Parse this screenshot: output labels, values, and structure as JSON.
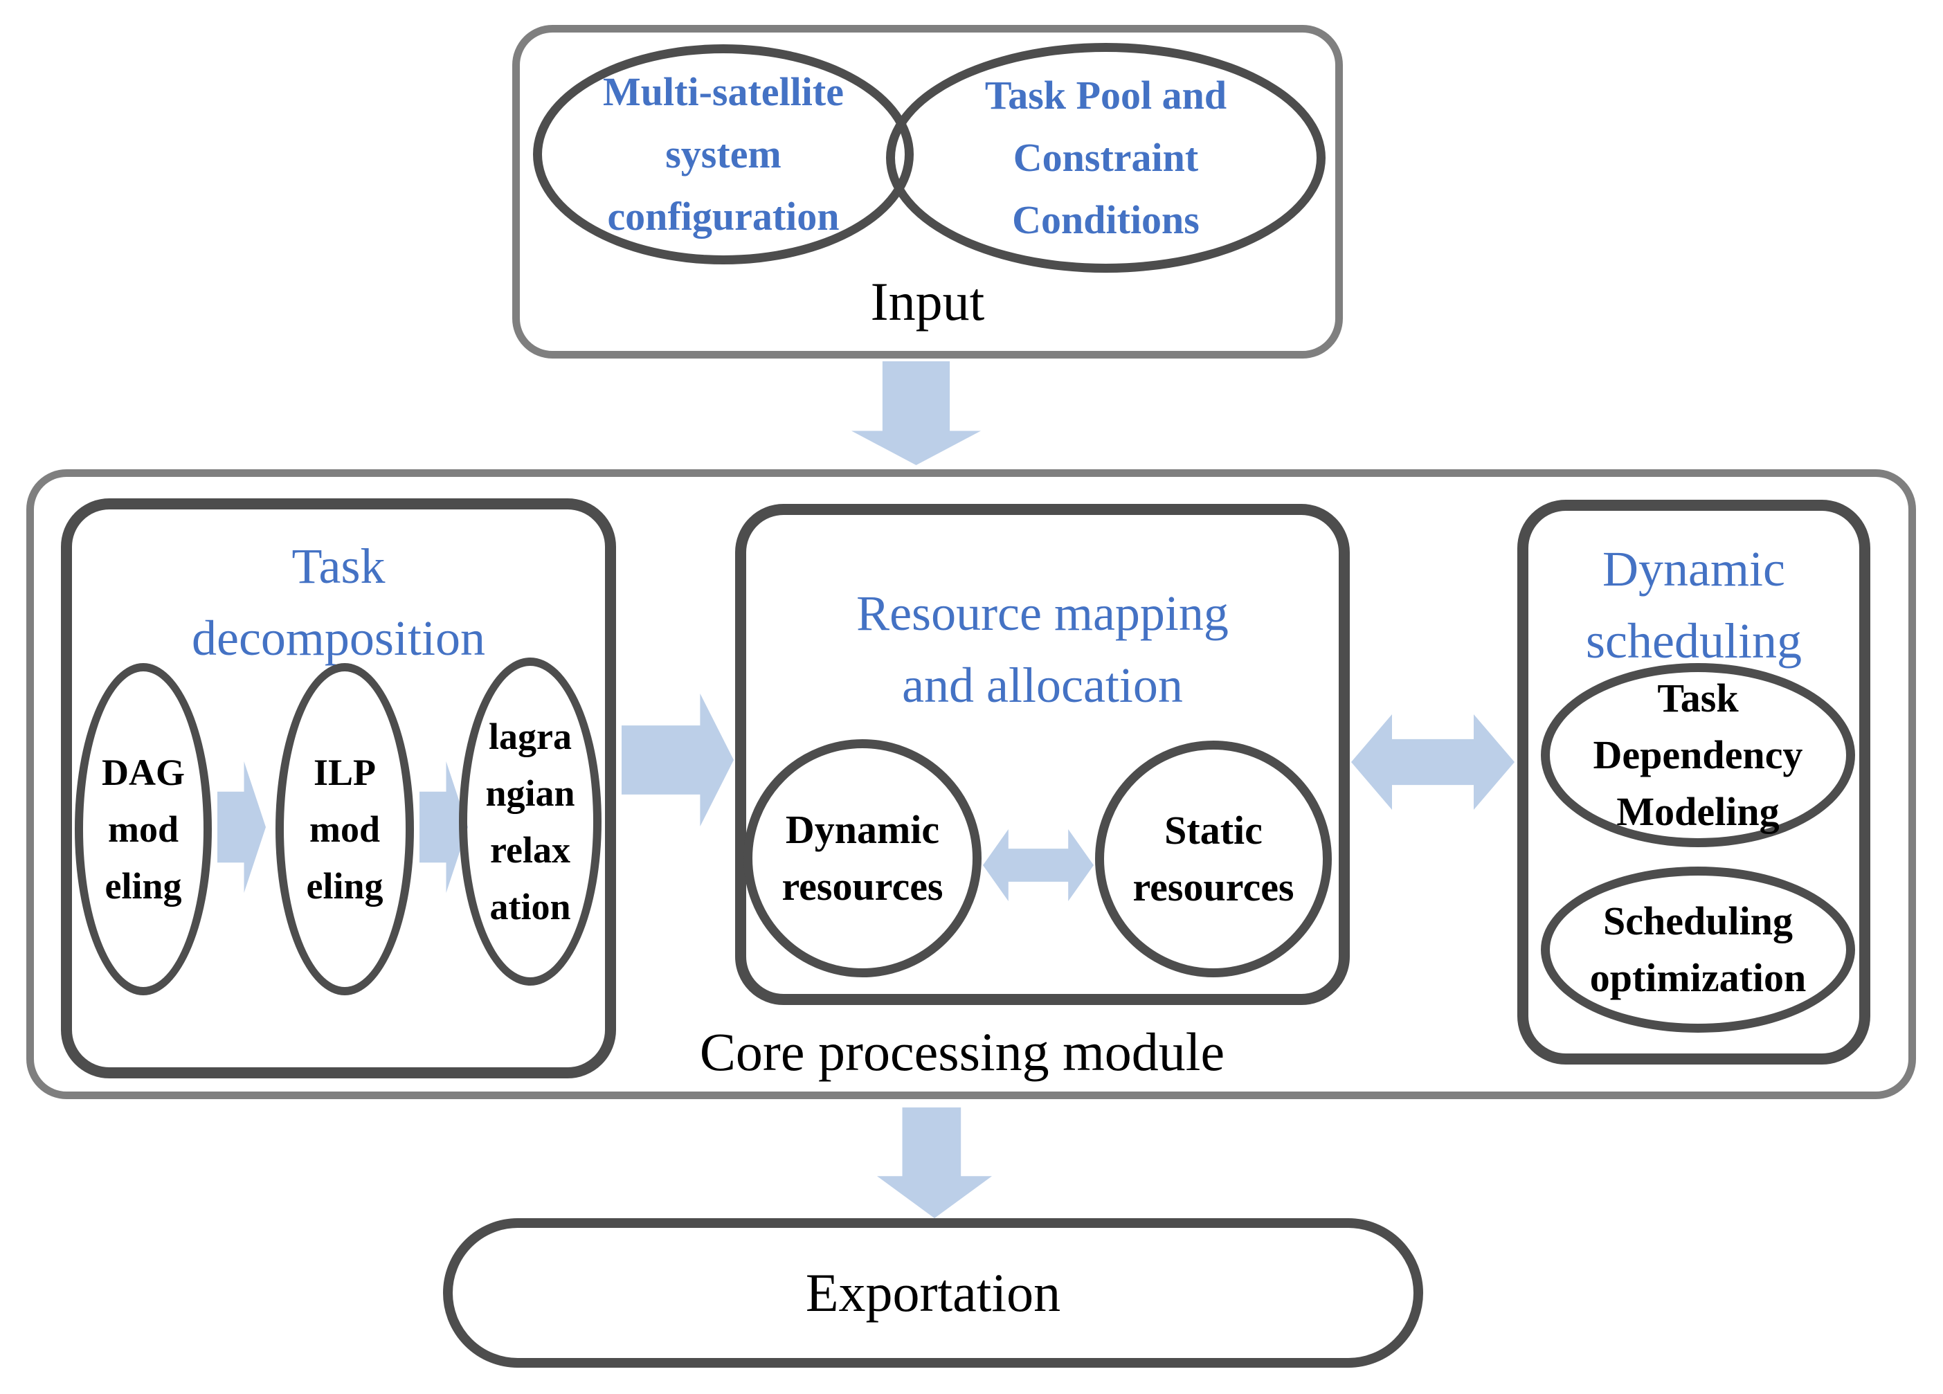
{
  "colors": {
    "accent_blue": "#4472C4",
    "arrow_fill": "#BCCFE8",
    "border_dark": "#4D4D4D",
    "border_gray": "#7F7F7F"
  },
  "input": {
    "label": "Input",
    "ellipses": [
      {
        "name": "multi-satellite-system-configuration",
        "lines": [
          "Multi-satellite",
          "system",
          "configuration"
        ]
      },
      {
        "name": "task-pool-and-constraint-conditions",
        "lines": [
          "Task Pool and",
          "Constraint",
          "Conditions"
        ]
      }
    ]
  },
  "core": {
    "label": "Core processing module",
    "task_decomposition": {
      "title_lines": [
        "Task",
        "decomposition"
      ],
      "ellipses": [
        {
          "name": "dag-modeling",
          "lines": [
            "DAG",
            "mod",
            "eling"
          ]
        },
        {
          "name": "ilp-modeling",
          "lines": [
            "ILP",
            "mod",
            "eling"
          ]
        },
        {
          "name": "lagrangian-relaxation",
          "lines": [
            "lagra",
            "ngian",
            "relax",
            "ation"
          ]
        }
      ]
    },
    "resource_mapping": {
      "title_lines": [
        "Resource mapping",
        "and allocation"
      ],
      "circles": [
        {
          "name": "dynamic-resources",
          "lines": [
            "Dynamic",
            "resources"
          ]
        },
        {
          "name": "static-resources",
          "lines": [
            "Static",
            "resources"
          ]
        }
      ]
    },
    "dynamic_scheduling": {
      "title_lines": [
        "Dynamic",
        "scheduling"
      ],
      "ellipses": [
        {
          "name": "task-dependency-modeling",
          "lines": [
            "Task",
            "Dependency",
            "Modeling"
          ]
        },
        {
          "name": "scheduling-optimization",
          "lines": [
            "Scheduling",
            "optimization"
          ]
        }
      ]
    }
  },
  "exportation": {
    "label": "Exportation"
  }
}
